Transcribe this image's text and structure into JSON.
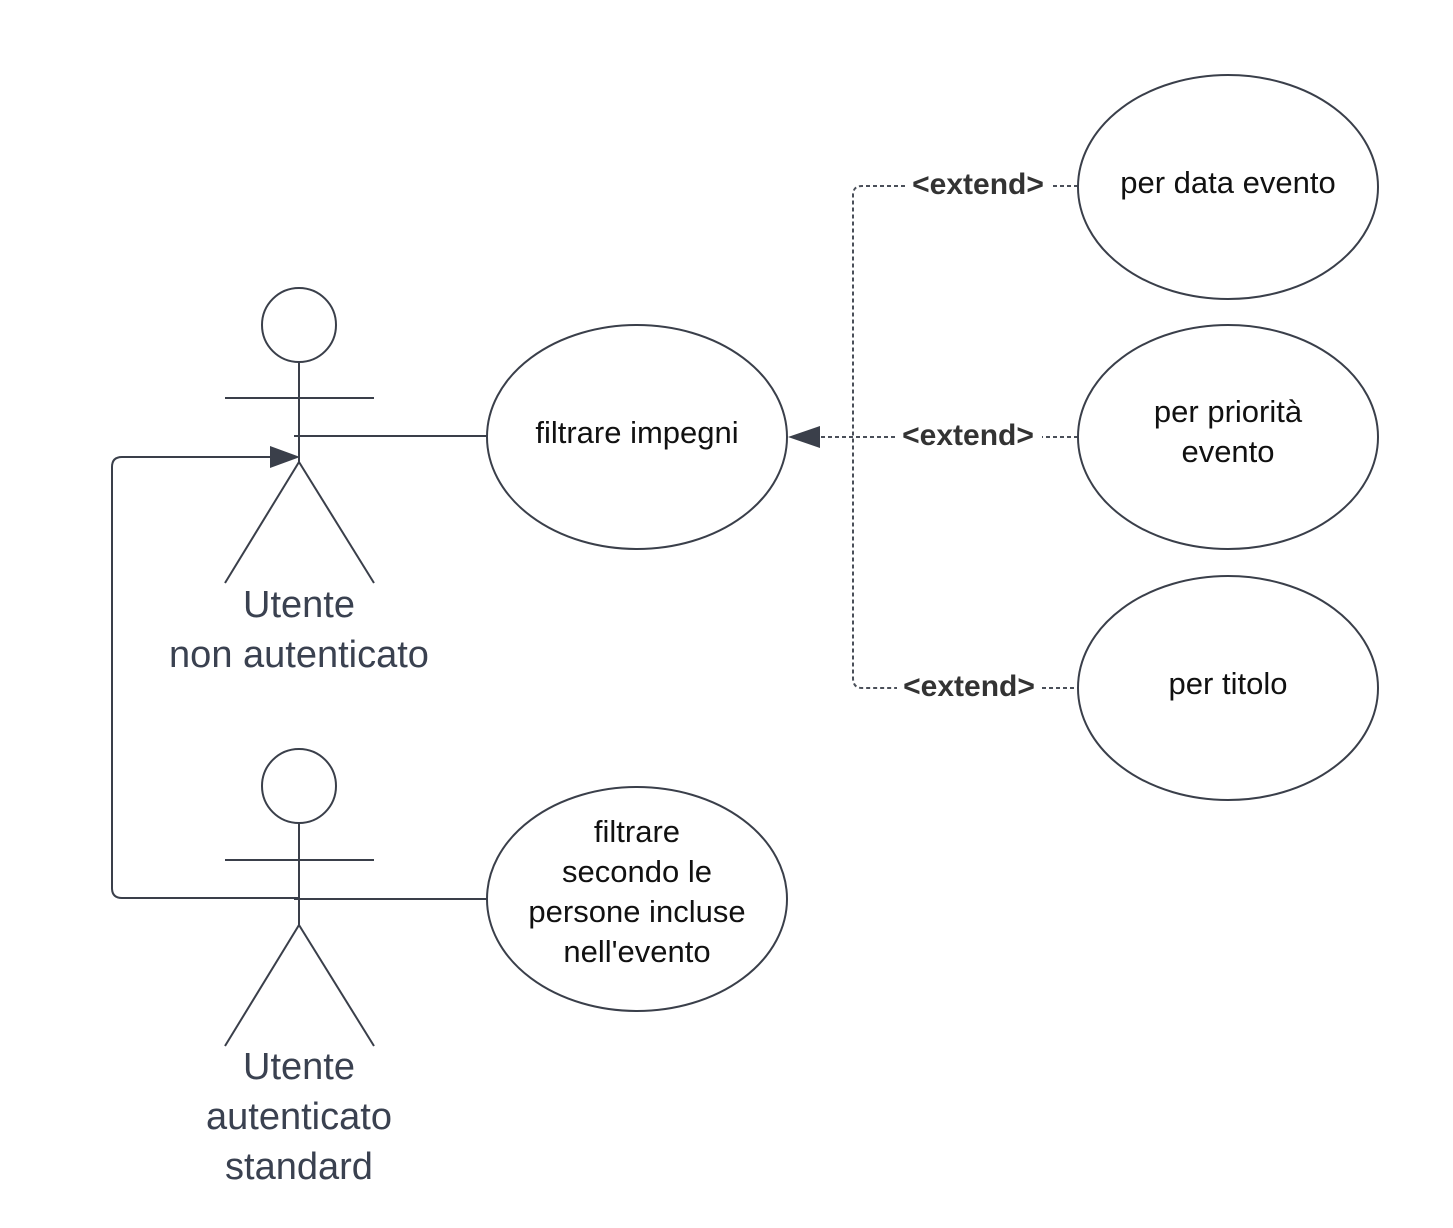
{
  "actors": {
    "non_auth": {
      "line1": "Utente",
      "line2": "non autenticato"
    },
    "auth": {
      "line1": "Utente",
      "line2": "autenticato",
      "line3": "standard"
    }
  },
  "use_cases": {
    "filtrare_impegni": "filtrare impegni",
    "filtrare_persone": {
      "line1": "filtrare",
      "line2": "secondo le",
      "line3": "persone incluse",
      "line4": "nell'evento"
    },
    "per_data": "per data evento",
    "per_priorita": {
      "line1": "per priorità",
      "line2": "evento"
    },
    "per_titolo": "per titolo"
  },
  "relations": {
    "extend_label": "<extend>"
  },
  "colors": {
    "line": "#3a3f4a",
    "actor_text": "#3a4150",
    "background": "#ffffff"
  }
}
